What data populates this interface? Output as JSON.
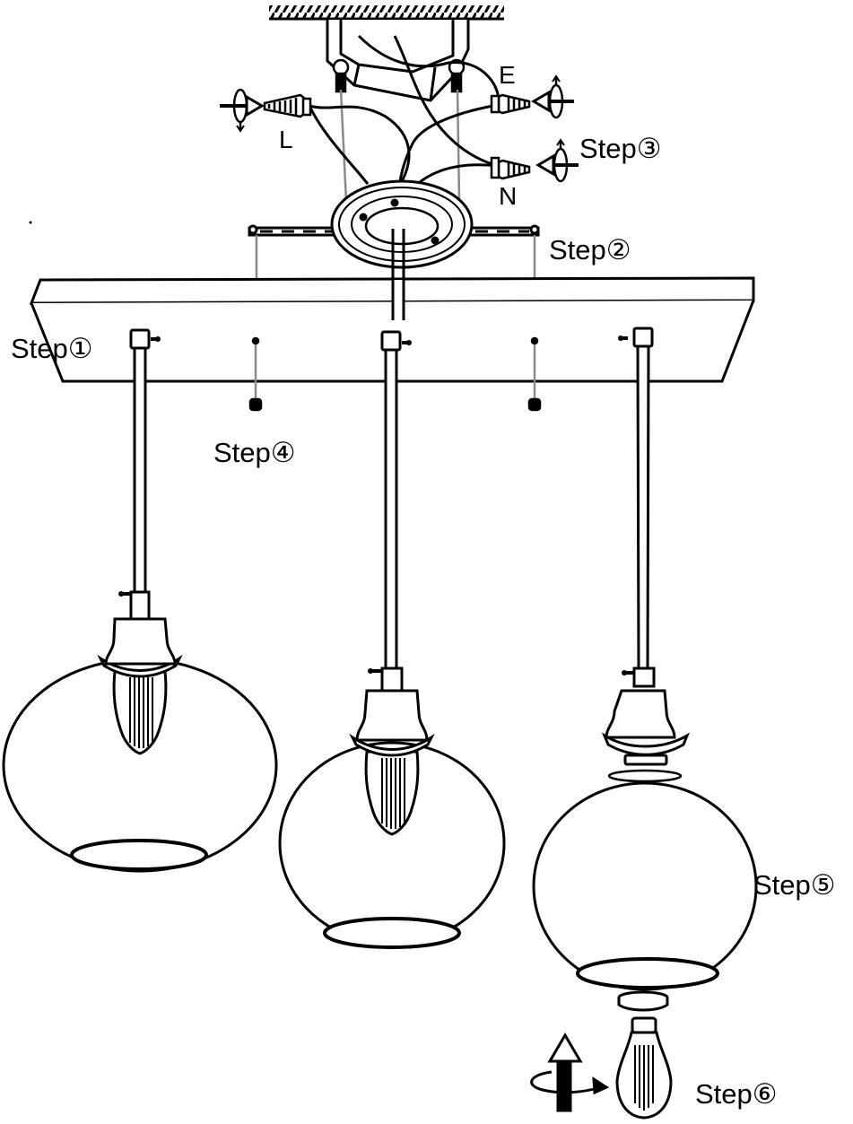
{
  "labels": {
    "step1": "Step①",
    "step2": "Step②",
    "step3": "Step③",
    "step4": "Step④",
    "step5": "Step⑤",
    "step6": "Step⑥",
    "wire_l": "L",
    "wire_e": "E",
    "wire_n": "N"
  },
  "colors": {
    "line": "#000000",
    "background": "#ffffff",
    "hanging_wire": "#8a8a8a"
  },
  "icons": {
    "twist_arrow": "rotate-arrow-icon",
    "bulb": "edison-bulb-icon"
  }
}
